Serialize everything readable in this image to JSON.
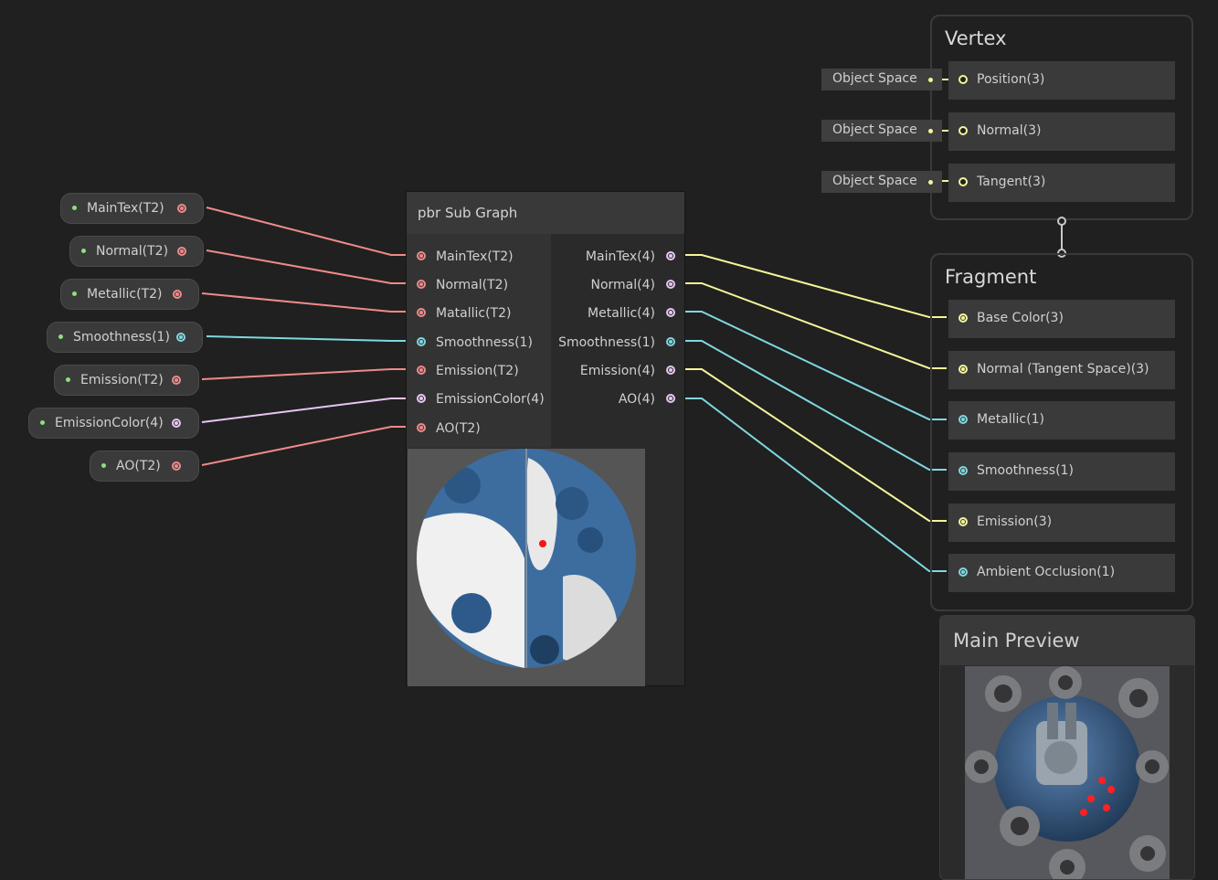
{
  "properties": [
    {
      "label": "MainTex(T2)",
      "port": "pink"
    },
    {
      "label": "Normal(T2)",
      "port": "pink"
    },
    {
      "label": "Metallic(T2)",
      "port": "pink"
    },
    {
      "label": "Smoothness(1)",
      "port": "cyan"
    },
    {
      "label": "Emission(T2)",
      "port": "pink"
    },
    {
      "label": "EmissionColor(4)",
      "port": "lav"
    },
    {
      "label": "AO(T2)",
      "port": "pink"
    }
  ],
  "subgraph": {
    "title": "pbr Sub Graph",
    "inputs": [
      {
        "label": "MainTex(T2)",
        "port": "pink"
      },
      {
        "label": "Normal(T2)",
        "port": "pink"
      },
      {
        "label": "Matallic(T2)",
        "port": "pink"
      },
      {
        "label": "Smoothness(1)",
        "port": "cyan"
      },
      {
        "label": "Emission(T2)",
        "port": "pink"
      },
      {
        "label": "EmissionColor(4)",
        "port": "lav"
      },
      {
        "label": "AO(T2)",
        "port": "pink"
      }
    ],
    "outputs": [
      {
        "label": "MainTex(4)",
        "port": "lav"
      },
      {
        "label": "Normal(4)",
        "port": "lav"
      },
      {
        "label": "Metallic(4)",
        "port": "lav"
      },
      {
        "label": "Smoothness(1)",
        "port": "cyan"
      },
      {
        "label": "Emission(4)",
        "port": "lav"
      },
      {
        "label": "AO(4)",
        "port": "lav"
      }
    ]
  },
  "vertex": {
    "title": "Vertex",
    "space_label": "Object Space",
    "slots": [
      {
        "label": "Position(3)",
        "port": "yel"
      },
      {
        "label": "Normal(3)",
        "port": "yel"
      },
      {
        "label": "Tangent(3)",
        "port": "yel"
      }
    ]
  },
  "fragment": {
    "title": "Fragment",
    "slots": [
      {
        "label": "Base Color(3)",
        "port": "yel"
      },
      {
        "label": "Normal (Tangent Space)(3)",
        "port": "yel"
      },
      {
        "label": "Metallic(1)",
        "port": "cyan"
      },
      {
        "label": "Smoothness(1)",
        "port": "cyan"
      },
      {
        "label": "Emission(3)",
        "port": "yel"
      },
      {
        "label": "Ambient Occlusion(1)",
        "port": "cyan"
      }
    ]
  },
  "main_preview": {
    "title": "Main Preview"
  },
  "colors": {
    "pink": "#f08a8a",
    "cyan": "#7fd8e0",
    "lavender": "#e6c6f2",
    "yellow": "#f5f59a",
    "background": "#202020"
  }
}
